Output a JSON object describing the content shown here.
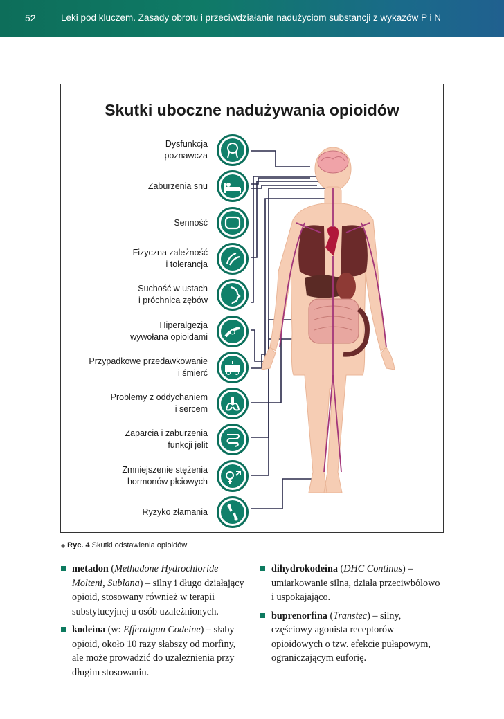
{
  "header": {
    "page_number": "52",
    "title": "Leki pod kluczem. Zasady obrotu i przeciwdziałanie nadużyciom substancji z wykazów P i N"
  },
  "figure": {
    "title": "Skutki uboczne nadużywania opioidów",
    "items": [
      {
        "l1": "Dysfunkcja",
        "l2": "poznawcza",
        "icon": "brain-head-icon"
      },
      {
        "l1": "Zaburzenia snu",
        "l2": "",
        "icon": "sleeping-bed-icon"
      },
      {
        "l1": "Senność",
        "l2": "",
        "icon": "pillow-icon"
      },
      {
        "l1": "Fizyczna zależność",
        "l2": "i tolerancja",
        "icon": "hand-icon"
      },
      {
        "l1": "Suchość w ustach",
        "l2": "i próchnica zębów",
        "icon": "face-profile-icon"
      },
      {
        "l1": "Hiperalgezja",
        "l2": "wywołana opioidami",
        "icon": "pain-arm-icon"
      },
      {
        "l1": "Przypadkowe przedawkowanie",
        "l2": "i śmierć",
        "icon": "ambulance-icon"
      },
      {
        "l1": "Problemy z oddychaniem",
        "l2": "i sercem",
        "icon": "lungs-icon"
      },
      {
        "l1": "Zaparcia i zaburzenia",
        "l2": "funkcji jelit",
        "icon": "intestine-icon"
      },
      {
        "l1": "Zmniejszenie stężenia",
        "l2": "hormonów płciowych",
        "icon": "gender-symbols-icon"
      },
      {
        "l1": "Ryzyko złamania",
        "l2": "",
        "icon": "broken-bone-icon"
      }
    ],
    "colors": {
      "icon_green": "#10806a",
      "icon_ring": "#0b6f5b",
      "organ_red": "#b0183a",
      "vessel": "#a3367a"
    }
  },
  "caption": {
    "label": "Ryc. 4",
    "text": "Skutki odstawienia opioidów"
  },
  "left_column": {
    "p1_name": "metadon",
    "p1_open": " (",
    "p1_brand": "Methadone Hydrochloride Molteni, Sublana",
    "p1_rest": ") – silny i długo działający opioid, stosowany również w terapii substytucyjnej u osób uzależnionych.",
    "p2_name": "kodeina",
    "p2_open": " (w: ",
    "p2_brand": "Efferalgan Codeine",
    "p2_rest": ") – słaby opioid, około 10 razy słabszy od morfiny, ale może prowadzić do uzależnienia przy długim stosowaniu."
  },
  "right_column": {
    "p1_name": "dihydrokodeina",
    "p1_open": " (",
    "p1_brand": "DHC Continus",
    "p1_rest": ") – umiarkowanie silna, działa przeciwbólowo i uspokajająco.",
    "p2_name": "buprenorfina",
    "p2_open": " (",
    "p2_brand": "Transtec",
    "p2_rest": ") – silny, częściowy agonista receptorów opioidowych o tzw. efekcie pułapowym, ograniczającym euforię."
  }
}
